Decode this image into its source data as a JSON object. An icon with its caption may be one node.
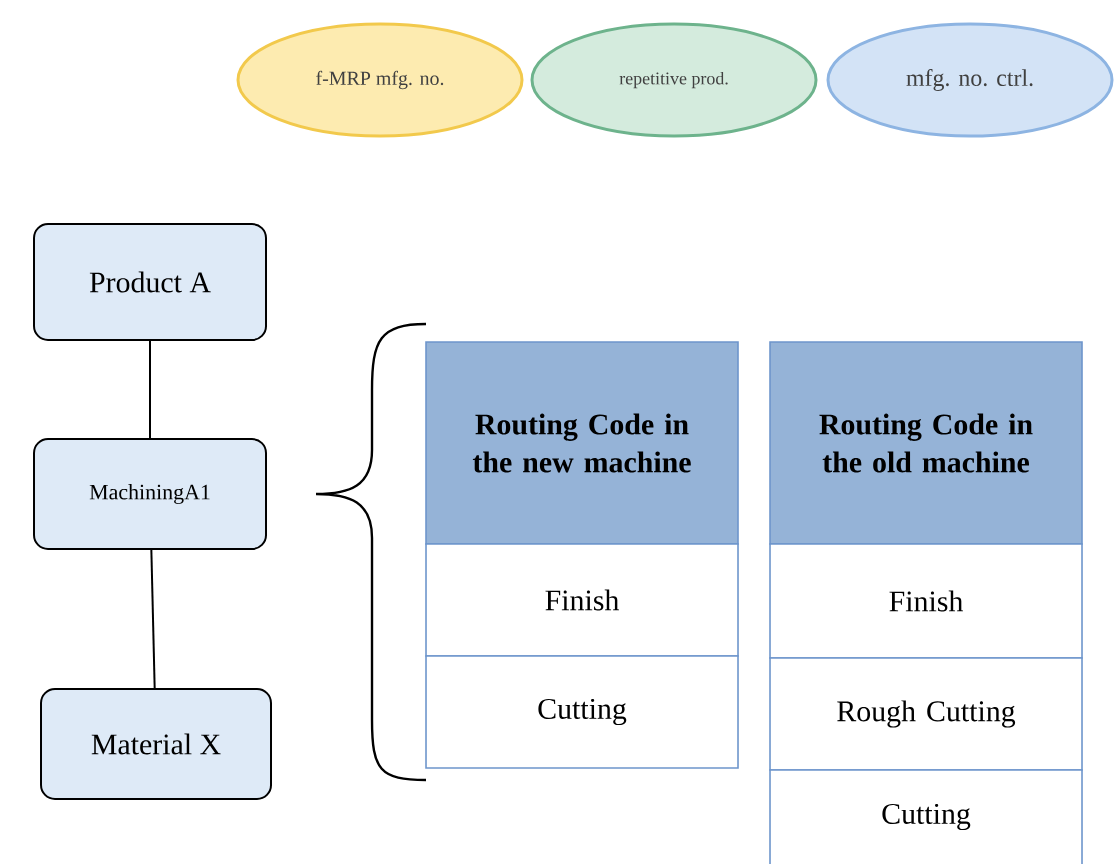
{
  "diagram": {
    "nodes": [
      {
        "text": [
          "f-MRP mfg. no."
        ]
      },
      {
        "text": [
          "repetitive prod."
        ]
      },
      {
        "text": [
          "mfg. no. ctrl."
        ]
      },
      {
        "text": [
          "Product A"
        ]
      },
      {
        "text": [
          "MachiningA1"
        ]
      },
      {
        "text": [
          "Material X"
        ]
      }
    ],
    "edges": [
      {
        "from": 3,
        "to": 4,
        "arrow": "none"
      },
      {
        "from": 4,
        "to": 5,
        "arrow": "none"
      }
    ],
    "labels": [
      "Routing Code in the new machine",
      "Routing Code in the old machine",
      "Finish",
      "Finish",
      "Cutting",
      "Rough Cutting",
      "Cutting"
    ]
  }
}
